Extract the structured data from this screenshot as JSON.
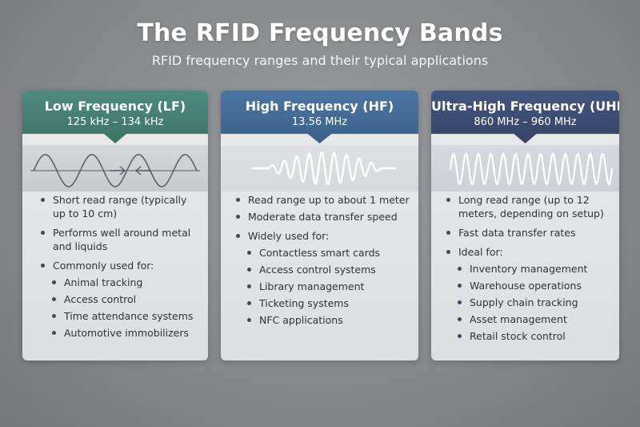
{
  "title": "The RFID Frequency Bands",
  "subtitle": "RFID frequency ranges and their typical applications",
  "colors": {
    "lf_header": "#3d7369",
    "hf_header": "#3a6088",
    "uhf_header": "#364468",
    "card_bg": "#e5e6e7",
    "bullet": "#3c4a5a"
  },
  "cards": [
    {
      "title": "Low Frequency (LF)",
      "range": "125 kHz – 134 kHz",
      "points": [
        "Short read range (typically up to 10 cm)",
        "Performs well around metal and liquids",
        "Commonly used for:"
      ],
      "uses": [
        "Animal tracking",
        "Access control",
        "Time attendance systems",
        "Automotive immobilizers"
      ]
    },
    {
      "title": "High Frequency (HF)",
      "range": "13.56 MHz",
      "points": [
        "Read range up to about 1 meter",
        "Moderate data transfer speed",
        "Widely used for:"
      ],
      "uses": [
        "Contactless smart cards",
        "Access control systems",
        "Library management",
        "Ticketing systems",
        "NFC applications"
      ]
    },
    {
      "title": "Ultra-High Frequency (UHF)",
      "range": "860 MHz – 960 MHz",
      "points": [
        "Long read range (up to 12 meters, depending on setup)",
        "Fast data transfer rates",
        "Ideal for:"
      ],
      "uses": [
        "Inventory management",
        "Warehouse operations",
        "Supply chain tracking",
        "Asset management",
        "Retail stock control"
      ]
    }
  ]
}
